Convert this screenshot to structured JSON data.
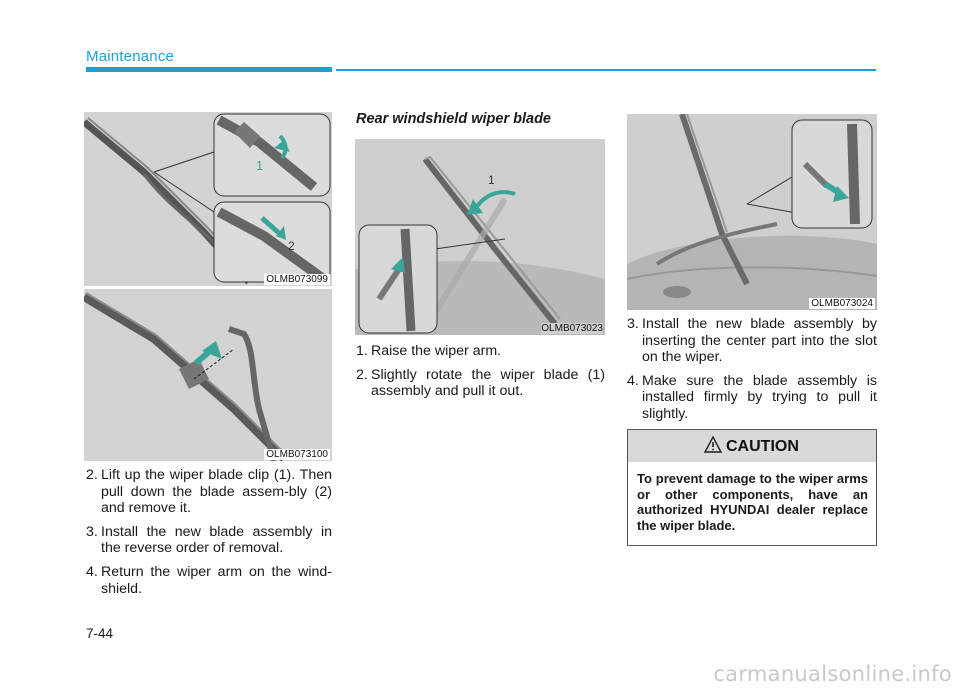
{
  "header": {
    "section": "Maintenance"
  },
  "figures": {
    "fig1_code": "OLMB073099",
    "fig1_label1": "1",
    "fig1_label2": "2",
    "fig2_code": "OLMB073100",
    "fig3_code": "OLMB073023",
    "fig3_label1": "1",
    "fig4_code": "OLMB073024"
  },
  "left_steps": [
    {
      "num": "2.",
      "text": "Lift up the wiper blade clip (1). Then pull down the blade assem-bly (2) and remove it."
    },
    {
      "num": "3.",
      "text": "Install the new blade assembly in the reverse order of removal."
    },
    {
      "num": "4.",
      "text": "Return the wiper arm on the wind-shield."
    }
  ],
  "rear": {
    "heading": "Rear windshield wiper blade",
    "steps": [
      {
        "num": "1.",
        "text": "Raise the wiper arm."
      },
      {
        "num": "2.",
        "text": "Slightly rotate the wiper blade (1) assembly and pull it out."
      }
    ]
  },
  "right_steps": [
    {
      "num": "3.",
      "text": "Install the new blade assembly by inserting the center part into the slot on the wiper."
    },
    {
      "num": "4.",
      "text": "Make sure the blade assembly is installed firmly by trying to pull it slightly."
    }
  ],
  "caution": {
    "title": "CAUTION",
    "text": "To prevent damage to the wiper arms or other components, have an authorized HYUNDAI dealer replace the wiper blade."
  },
  "footer": {
    "page_number": "7-44",
    "watermark": "carmanualsonline.info"
  },
  "colors": {
    "accent": "#1f9fd8",
    "figure_bg": "#d3d3d3",
    "arrow": "#3aa69a"
  }
}
